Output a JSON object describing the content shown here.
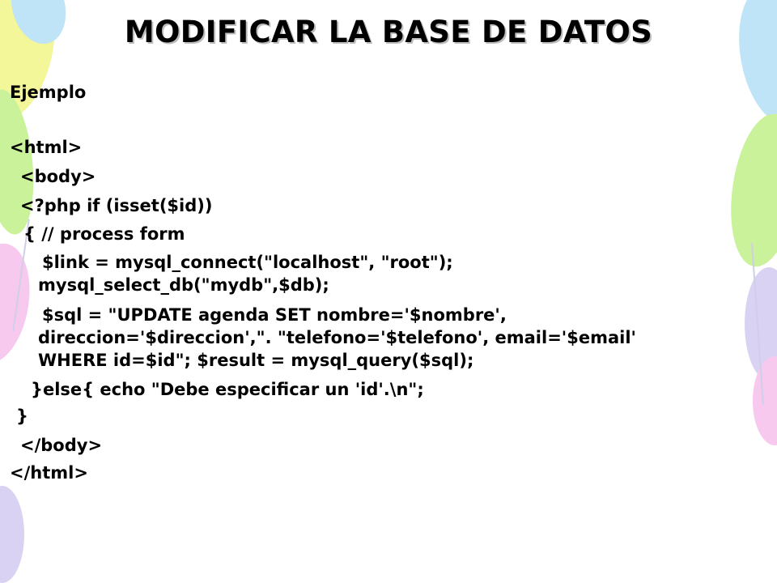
{
  "title": "MODIFICAR LA BASE DE DATOS",
  "lines": [
    "Ejemplo",
    "<html>",
    "<body>",
    "<?php if (isset($id))",
    "{ // process form",
    "$link = mysql_connect(\"localhost\", \"root\");",
    "mysql_select_db(\"mydb\",$db);",
    "$sql = \"UPDATE agenda SET nombre='$nombre',",
    "direccion='$direccion',\". \"telefono='$telefono', email='$email'",
    "WHERE id=$id\"; $result = mysql_query($sql);",
    "}else{ echo \"Debe especificar un 'id'.\\n\";",
    "}",
    "</body>",
    "</html>"
  ],
  "colors": {
    "balloon_yellow": "#f3f79a",
    "balloon_green": "#c9f29a",
    "balloon_blue": "#bfe3f7",
    "balloon_pink": "#f7c9ef",
    "balloon_lavender": "#d9d2f3"
  }
}
